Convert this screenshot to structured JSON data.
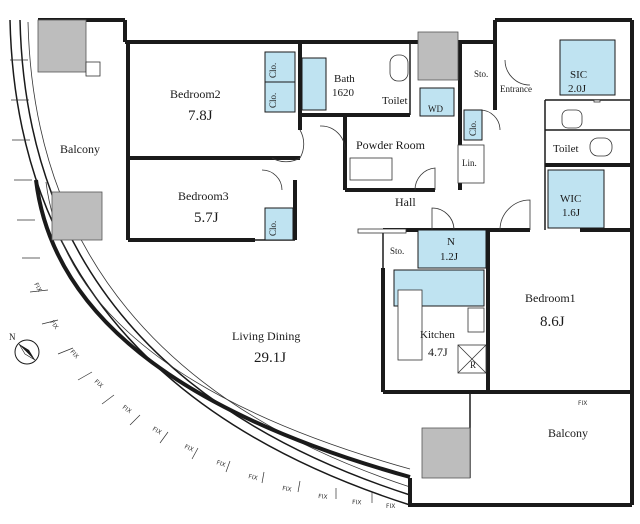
{
  "rooms": {
    "bedroom2": {
      "name": "Bedroom2",
      "size": "7.8J"
    },
    "bedroom3": {
      "name": "Bedroom3",
      "size": "5.7J"
    },
    "bedroom1": {
      "name": "Bedroom1",
      "size": "8.6J"
    },
    "living": {
      "name": "Living Dining",
      "size": "29.1J"
    },
    "kitchen": {
      "name": "Kitchen",
      "size": "4.7J"
    },
    "bath": {
      "name": "Bath",
      "size": "1620"
    },
    "sic": {
      "name": "SIC",
      "size": "2.0J"
    },
    "wic": {
      "name": "WIC",
      "size": "1.6J"
    },
    "n": {
      "name": "N",
      "size": "1.2J"
    }
  },
  "labels": {
    "balcony_left": "Balcony",
    "balcony_right": "Balcony",
    "toilet_top": "Toilet",
    "toilet_right": "Toilet",
    "powder_room": "Powder Room",
    "hall": "Hall",
    "entrance": "Entrance",
    "wd": "WD",
    "lin": "Lin.",
    "sto_top": "Sto.",
    "sto_mid": "Sto.",
    "clo": "Clo.",
    "r": "R",
    "fix": "FIX"
  },
  "compass": {
    "label": "N"
  },
  "colors": {
    "storage_fill": "#bfe3f1",
    "column_fill": "#bdbdbd",
    "wall": "#1a1a1a"
  }
}
